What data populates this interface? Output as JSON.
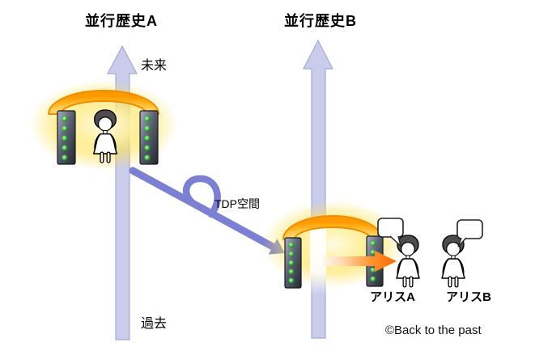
{
  "diagram": {
    "timeline_a": {
      "title": "並行歴史A",
      "future_label": "未来",
      "past_label": "過去"
    },
    "timeline_b": {
      "title": "並行歴史B"
    },
    "jump_arrow": {
      "label": "TDP空間"
    },
    "alice_a": {
      "label": "アリスA"
    },
    "alice_b": {
      "label": "アリスB"
    },
    "copyright": "©Back to the past"
  },
  "icons": {
    "timeline_a": "vertical-up-arrow",
    "timeline_b": "vertical-up-arrow",
    "portal_a": "time-portal-gate-with-glow",
    "portal_b": "time-portal-gate-with-glow",
    "jump_arrow": "looping-diagonal-arrow",
    "teleport_arrow": "gradient-right-arrow",
    "speech_bubble_a": "empty-speech-bubble",
    "speech_bubble_b": "empty-speech-bubble",
    "woman": "woman-figure"
  },
  "colors": {
    "background": "#ffffff",
    "timeline_fill": "#c9cdeb",
    "timeline_border": "#a3aad6",
    "jump_arrow": "#7b80d2",
    "portal_arch_edge": "#f08c00",
    "portal_arch_light": "#fffdf0",
    "portal_glow": "#ffe14d",
    "pillar_dark": "#23272f",
    "pillar_light": "#aab2c2",
    "pillar_dot_green": "#44bb44",
    "teleport_orange": "#ff6600",
    "text": "#000000"
  }
}
